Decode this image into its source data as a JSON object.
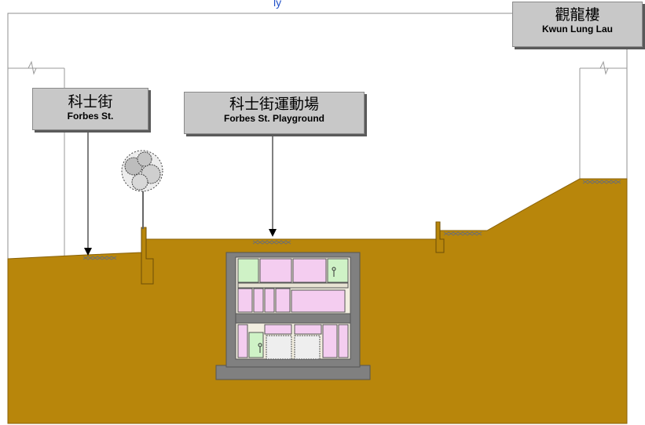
{
  "labels": {
    "forbes_street": {
      "zh": "科士街",
      "en": "Forbes St."
    },
    "playground": {
      "zh": "科士街運動場",
      "en": "Forbes St. Playground"
    },
    "kwun_lung_lau": {
      "zh": "觀龍樓",
      "en": "Kwun Lung Lau"
    }
  },
  "colors": {
    "ground": "#b8860b",
    "ground_edge": "#8a6208",
    "structure_wall": "#808080",
    "room_pink": "#f4cdf0",
    "room_green": "#cff2c6",
    "room_cream": "#f2eee0",
    "label_box": "#c8c8c8"
  },
  "icons": {
    "tree": "tree-icon",
    "arrow": "down-arrow-icon"
  }
}
